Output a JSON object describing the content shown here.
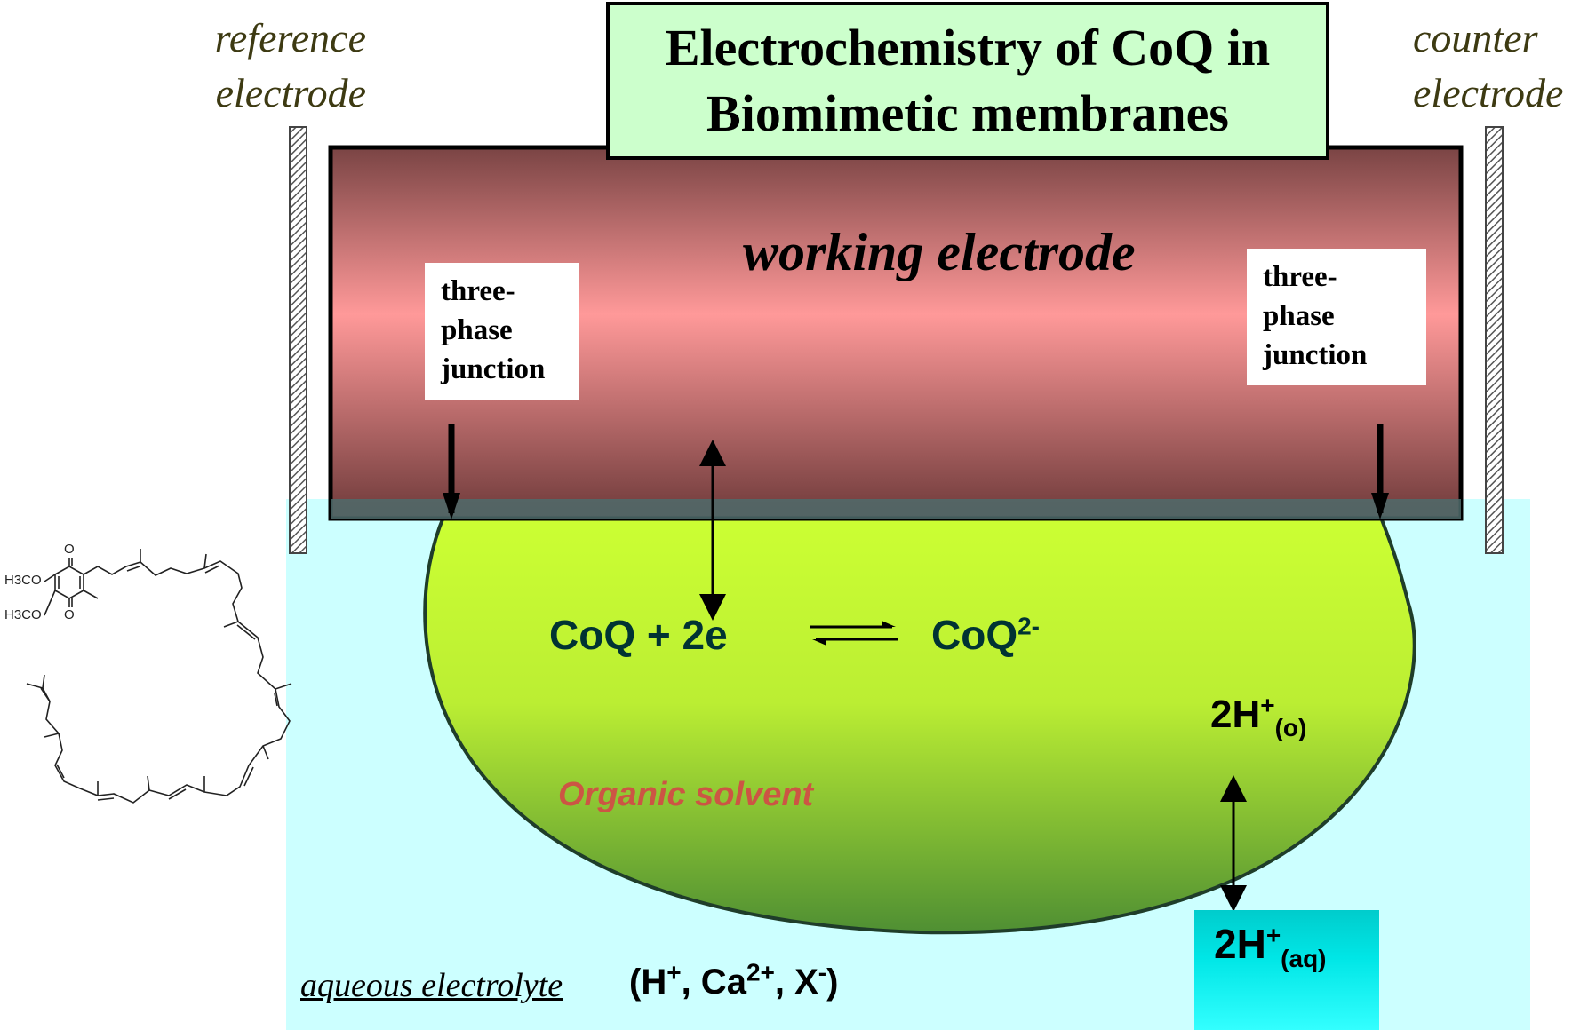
{
  "title": {
    "line1": "Electrochemistry of CoQ in",
    "line2": "Biomimetic membranes"
  },
  "reference_electrode": {
    "line1": "reference",
    "line2": "electrode"
  },
  "counter_electrode": {
    "line1": "counter",
    "line2": "electrode"
  },
  "working_electrode": {
    "label": "working electrode"
  },
  "three_phase_junction_left": {
    "line1": "three-",
    "line2": "phase",
    "line3": "junction"
  },
  "three_phase_junction_right": {
    "line1": "three-",
    "line2": "phase",
    "line3": "junction"
  },
  "reaction": {
    "left": "CoQ + 2e",
    "product": "CoQ",
    "product_charge": "2-"
  },
  "proton_organic": {
    "base": "2H",
    "sup": "+",
    "sub": "(o)"
  },
  "proton_aqueous": {
    "base": "2H",
    "sup": "+",
    "sub": "(aq)"
  },
  "organic_solvent": {
    "label": "Organic solvent"
  },
  "aqueous_electrolyte": {
    "label": "aqueous electrolyte",
    "open": "(H",
    "h_charge": "+",
    "ca": ", Ca",
    "ca_charge": "2+",
    "x": ", X",
    "x_charge": "-",
    "close": ")"
  },
  "molecule": {
    "methoxy1": "H3CO",
    "methoxy2": "H3CO",
    "oxo_top": "O",
    "oxo_bottom": "O"
  },
  "colors": {
    "title_bg": "#ccffcc",
    "aqueous": "#ccffff",
    "organic_top": "#ccff33",
    "organic_bottom": "#559933",
    "working_electrode_mid": "#ff9999",
    "working_electrode_edge": "#7a4040"
  }
}
